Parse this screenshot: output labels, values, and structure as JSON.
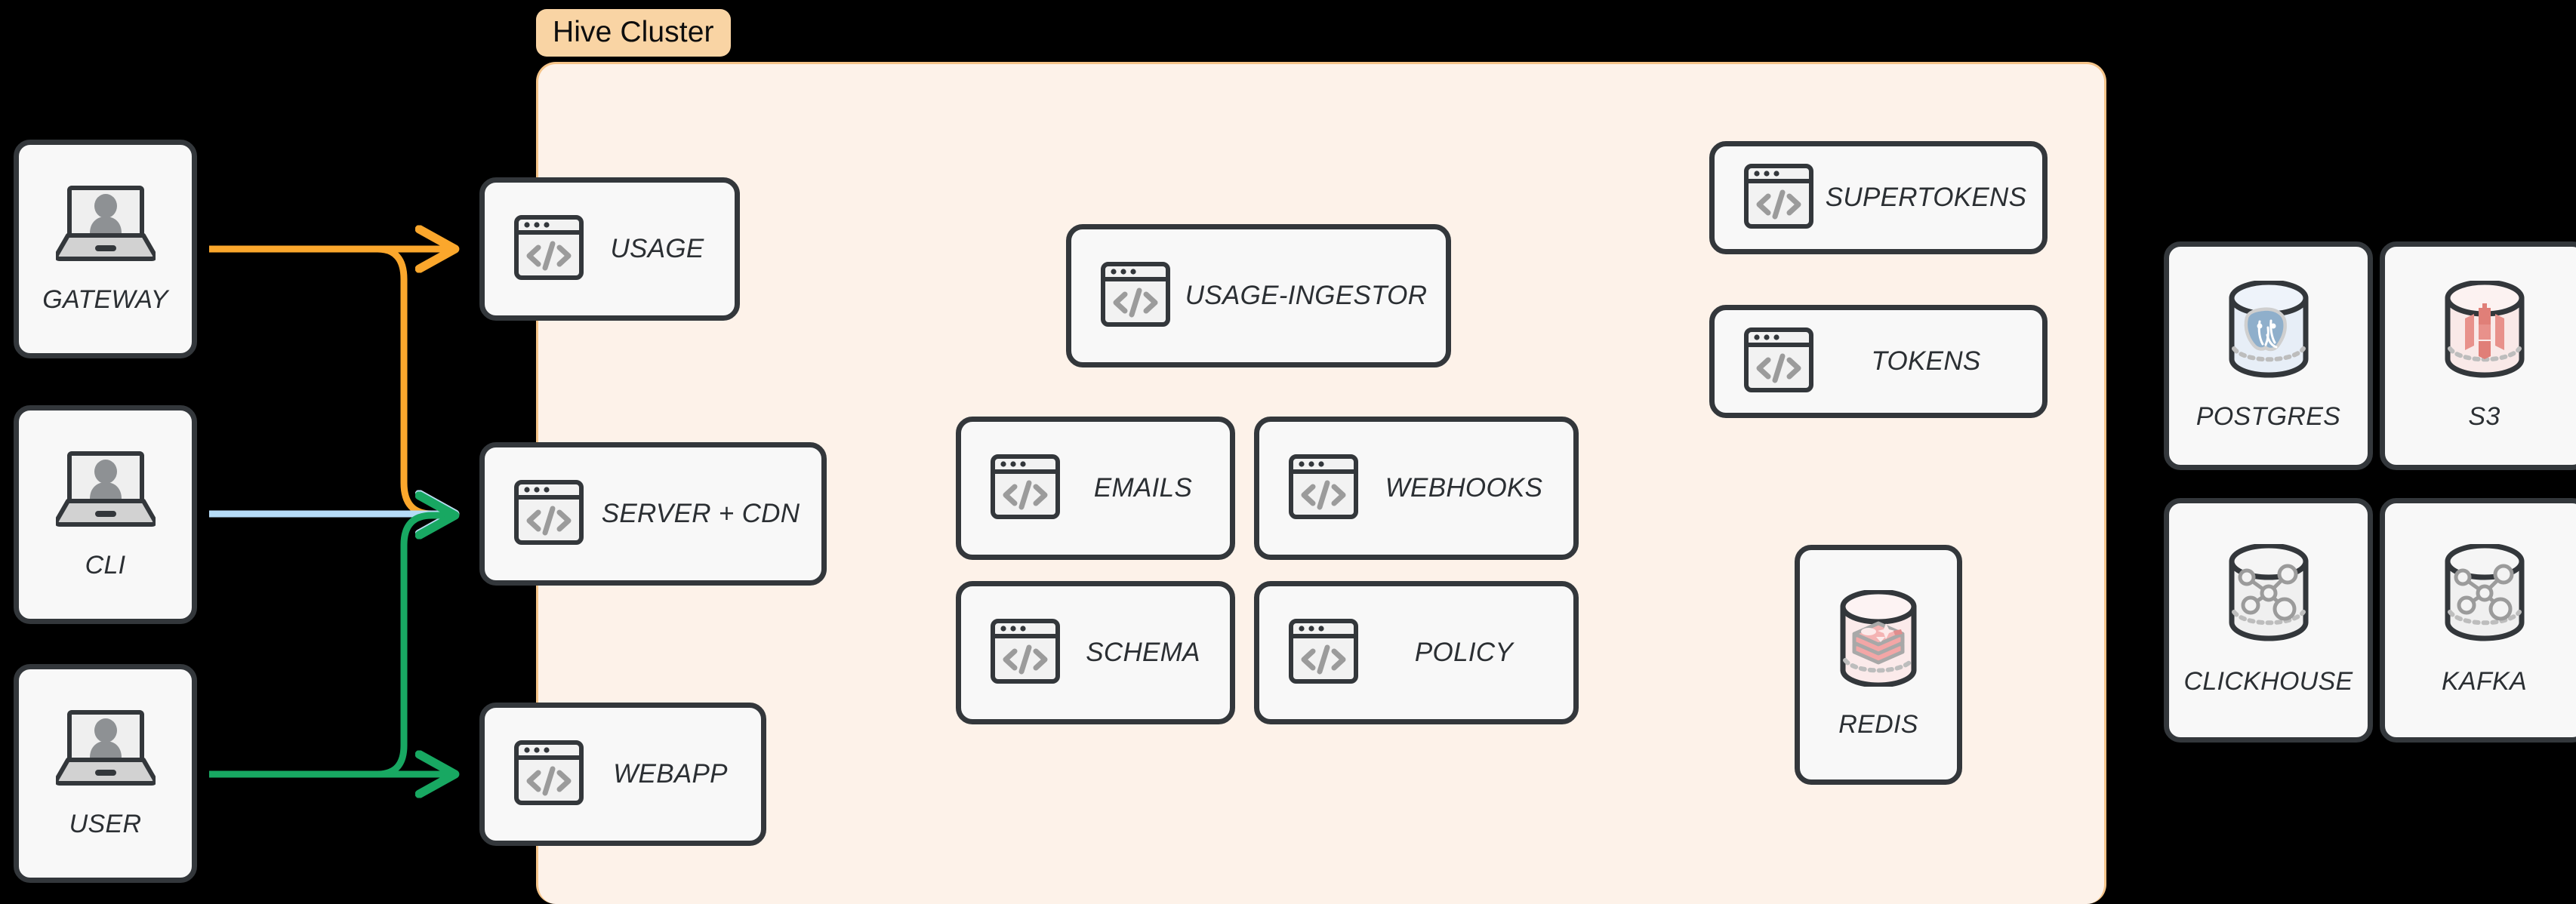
{
  "diagram": {
    "title": "Hive Cluster architecture",
    "background_color": "#000000"
  },
  "cluster": {
    "badge_label": "Hive Cluster",
    "badge_bg": "#F9D4A4",
    "panel_bg": "#FDF2E9",
    "panel_border": "#F5C489"
  },
  "actors": [
    {
      "id": "gateway",
      "label": "GATEWAY",
      "icon": "laptop-user-icon"
    },
    {
      "id": "cli",
      "label": "CLI",
      "icon": "laptop-user-icon"
    },
    {
      "id": "user",
      "label": "USER",
      "icon": "laptop-user-icon"
    }
  ],
  "edge_services": [
    {
      "id": "usage",
      "label": "USAGE",
      "icon": "code-window-icon"
    },
    {
      "id": "server-cdn",
      "label": "SERVER + CDN",
      "icon": "code-window-icon"
    },
    {
      "id": "webapp",
      "label": "WEBAPP",
      "icon": "code-window-icon"
    }
  ],
  "core_services": [
    {
      "id": "usage-ingestor",
      "label": "USAGE-INGESTOR",
      "icon": "code-window-icon"
    },
    {
      "id": "emails",
      "label": "EMAILS",
      "icon": "code-window-icon"
    },
    {
      "id": "webhooks",
      "label": "WEBHOOKS",
      "icon": "code-window-icon"
    },
    {
      "id": "schema",
      "label": "SCHEMA",
      "icon": "code-window-icon"
    },
    {
      "id": "policy",
      "label": "POLICY",
      "icon": "code-window-icon"
    }
  ],
  "auth_services": [
    {
      "id": "supertokens",
      "label": "SUPERTOKENS",
      "icon": "code-window-icon"
    },
    {
      "id": "tokens",
      "label": "TOKENS",
      "icon": "code-window-icon"
    }
  ],
  "datastores_inside": [
    {
      "id": "redis",
      "label": "REDIS",
      "icon": "redis-cylinder-icon",
      "accent": "#EF9A9A"
    }
  ],
  "datastores_outside": [
    {
      "id": "postgres",
      "label": "POSTGRES",
      "icon": "postgres-cylinder-icon",
      "accent": "#8CA9C6"
    },
    {
      "id": "s3",
      "label": "S3",
      "icon": "s3-cylinder-icon",
      "accent": "#E8817A"
    },
    {
      "id": "clickhouse",
      "label": "CLICKHOUSE",
      "icon": "clickhouse-cylinder-icon",
      "accent": "#9A9A9A"
    },
    {
      "id": "kafka",
      "label": "KAFKA",
      "icon": "kafka-cylinder-icon",
      "accent": "#9A9A9A"
    }
  ],
  "connections": [
    {
      "id": "gateway-to-usage",
      "from": "GATEWAY",
      "to": "USAGE",
      "color": "#FBA72C"
    },
    {
      "id": "gateway-to-server-cdn",
      "from": "GATEWAY",
      "to": "SERVER + CDN",
      "color": "#FBA72C"
    },
    {
      "id": "cli-to-server-cdn",
      "from": "CLI",
      "to": "SERVER + CDN",
      "color": "#B6DCF7"
    },
    {
      "id": "user-to-server-cdn",
      "from": "USER",
      "to": "SERVER + CDN",
      "color": "#18A862"
    },
    {
      "id": "user-to-webapp",
      "from": "USER",
      "to": "WEBAPP",
      "color": "#18A862"
    }
  ]
}
